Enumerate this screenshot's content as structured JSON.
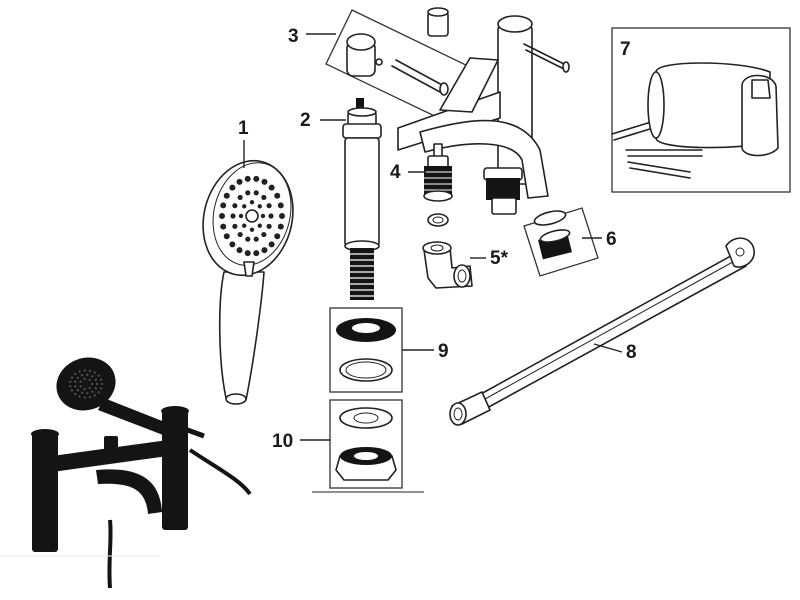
{
  "callouts": {
    "c1": "1",
    "c2": "2",
    "c3": "3",
    "c4": "4",
    "c5": "5*",
    "c6": "6",
    "c7": "7",
    "c8": "8",
    "c9": "9",
    "c10": "10"
  },
  "colors": {
    "line": "#222222",
    "product_finish": "#141414",
    "background": "#ffffff"
  }
}
